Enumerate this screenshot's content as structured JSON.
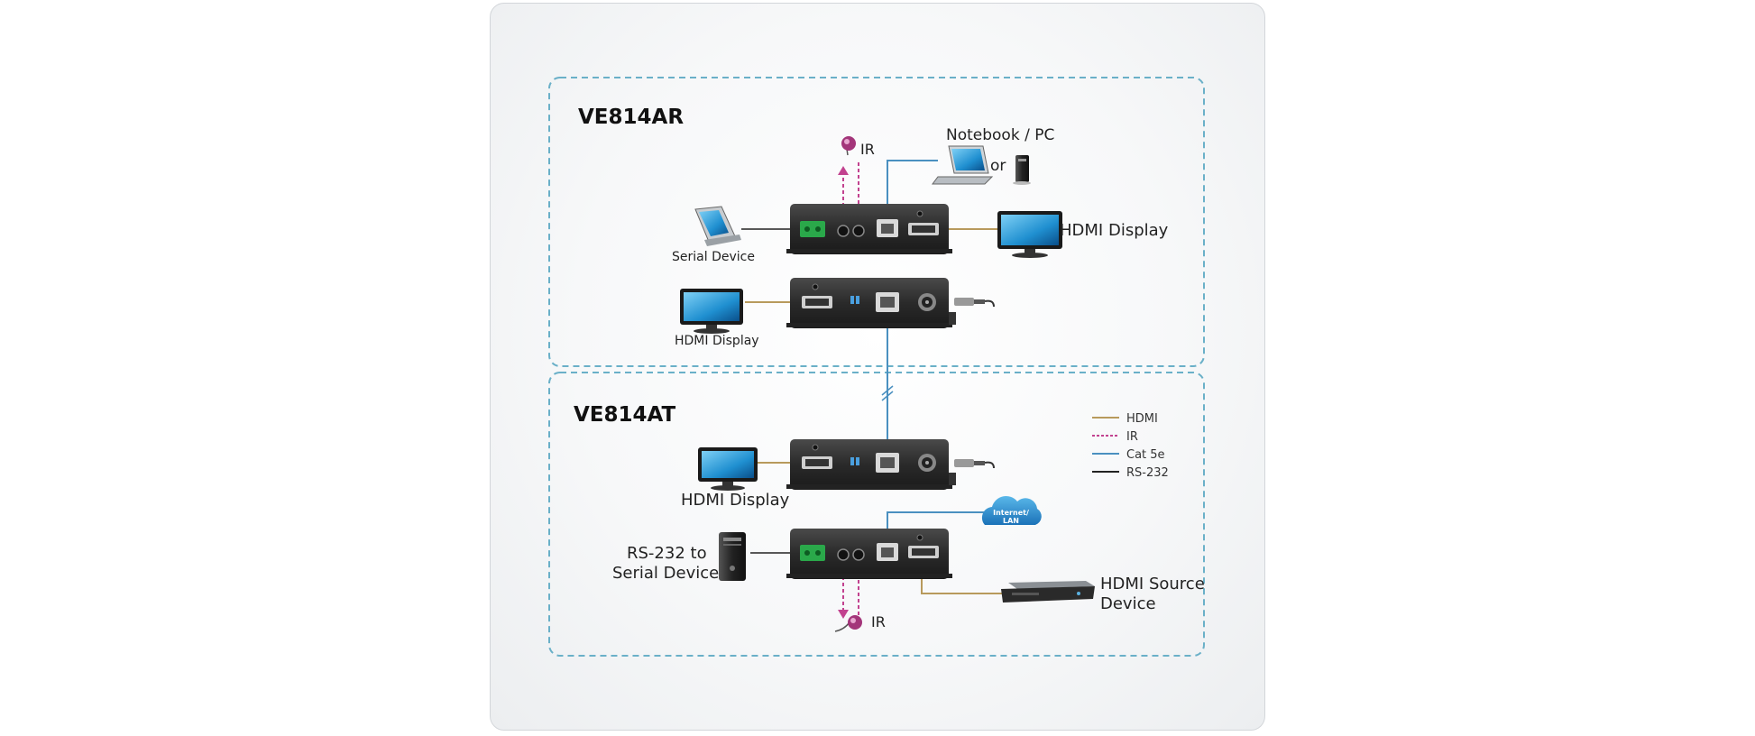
{
  "sections": {
    "receiver_title": "VE814AR",
    "transmitter_title": "VE814AT"
  },
  "receiver_labels": {
    "ir": "IR",
    "notebook_pc": "Notebook / PC",
    "or": "or",
    "hdmi_display_right": "HDMI Display",
    "serial_device": "Serial Device",
    "hdmi_display_left": "HDMI Display"
  },
  "transmitter_labels": {
    "hdmi_display": "HDMI Display",
    "rs232_line1": "RS-232 to",
    "rs232_line2": "Serial Device",
    "hdmi_source_line1": "HDMI Source",
    "hdmi_source_line2": "Device",
    "ir": "IR",
    "cloud_line1": "Internet/",
    "cloud_line2": "LAN"
  },
  "legend": [
    {
      "label": "HDMI",
      "color": "#b89a5c",
      "style": "solid"
    },
    {
      "label": "IR",
      "color": "#c2428f",
      "style": "dashed"
    },
    {
      "label": "Cat 5e",
      "color": "#4a90c0",
      "style": "solid"
    },
    {
      "label": "RS-232",
      "color": "#222222",
      "style": "solid"
    }
  ],
  "colors": {
    "hdmi": "#b89a5c",
    "ir": "#c2428f",
    "cat5e": "#4a90c0",
    "rs232": "#222222",
    "frame": "#6ab0c8",
    "device_body": "#2b2b2b"
  }
}
